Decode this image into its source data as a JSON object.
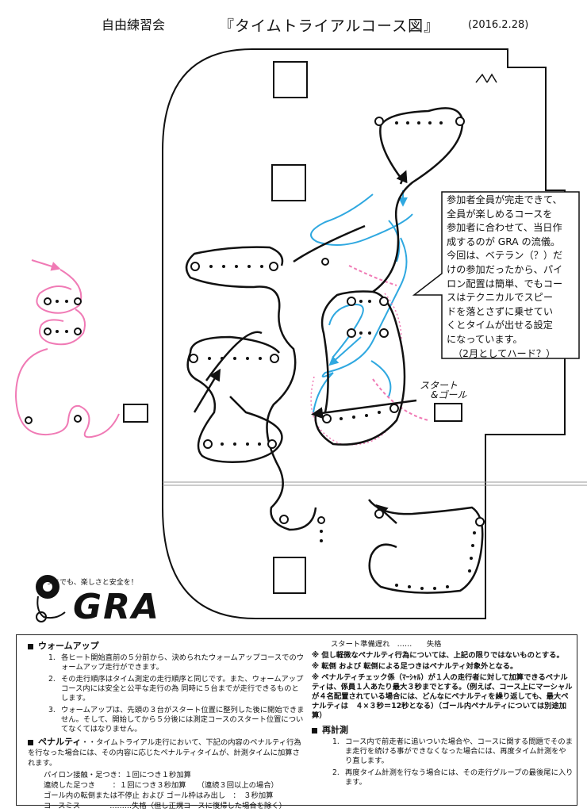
{
  "header": {
    "left": "自由練習会",
    "title": "『タイムトライアルコース図』",
    "date": "(2016.2.28)"
  },
  "note": {
    "lines": [
      "参加者全員が完走できて、",
      "全員が楽しめるコースを",
      "参加者に合わせて、当日作",
      "成するのが GRA の流儀。",
      "今回は、ベテラン（？）だ",
      "けの参加だったから、パイ",
      "ロン配置は簡単、でもコー",
      "スはテクニカルでスピー",
      "ドを落とさずに乗せてい",
      "くとタイムが出せる設定",
      "になっています。",
      "（2月としてハード？）"
    ]
  },
  "start_label": {
    "line1": "スタート",
    "line2": "&ゴール"
  },
  "logo": {
    "tagline": "いつまでも、楽しさと安全を！",
    "name": "GRA"
  },
  "colors": {
    "pink": "#f07ab5",
    "blue": "#2fa8e0",
    "ink": "#111111"
  },
  "rules": {
    "warmup": {
      "heading": "ウォームアップ",
      "items": [
        {
          "n": "1.",
          "text": "各ヒート開始直前の５分前から、決められたウォームアップコースでのウォームアップ走行ができます。"
        },
        {
          "n": "2.",
          "text": "その走行順序はタイム測定の走行順序と同じです。また、ウォームアップコース内には安全と公平な走行の為 同時に５台までが走行できるものとします。"
        },
        {
          "n": "3.",
          "text": "ウォームアップは、先頭の３台がスタート位置に整列した後に開始できません。そして、開始してから５分後には測定コースのスタート位置についてなくてはなりません。"
        }
      ]
    },
    "penalty": {
      "heading": "ペナルティ",
      "intro": "・・タイムトライアル走行において、下記の内容のペナルティ行為を行なった場合には、その内容に応じたペナルティタイムが、計測タイムに加算されます。",
      "items": [
        "パイロン接触・足つき：１回につき１秒加算",
        "連続した足つき　　 ：１回につき３秒加算　　（連続３回以上の場合）",
        "ゴール内の転倒または不停止 および ゴール枠はみ出し　：　３秒加算",
        "コースミス　　　　………失格（但し正規コースに復帰した場合を除く）"
      ]
    },
    "right": {
      "start_delay": "スタート準備遅れ　……　　失格",
      "notes": [
        "※ 但し軽微なペナルティ行為については、上記の限りではないものとする。",
        "※ 転倒 および 転倒による足つきはペナルティ対象外となる。",
        "※ ペナルティチェック係（ﾏｰｼｬﾙ）が１人の走行者に対して加算できるペナルティは、係員１人あたり最大３秒までとする。（例えば、コース上にマーシャルが４名配置されている場合には、どんなにペナルティを繰り返しても、最大ペナルティは　４×３秒＝12秒となる）（ゴール内ペナルティについては別途加算）"
      ]
    },
    "remeasure": {
      "heading": "再計測",
      "items": [
        {
          "n": "1.",
          "text": "コース内で前走者に追いついた場合や、コースに関する問題でそのまま走行を続ける事ができなくなった場合には、再度タイム計測をやり直します。"
        },
        {
          "n": "2.",
          "text": "再度タイム計測を行なう場合には、その走行グループの最後尾に入ります。"
        }
      ]
    }
  }
}
